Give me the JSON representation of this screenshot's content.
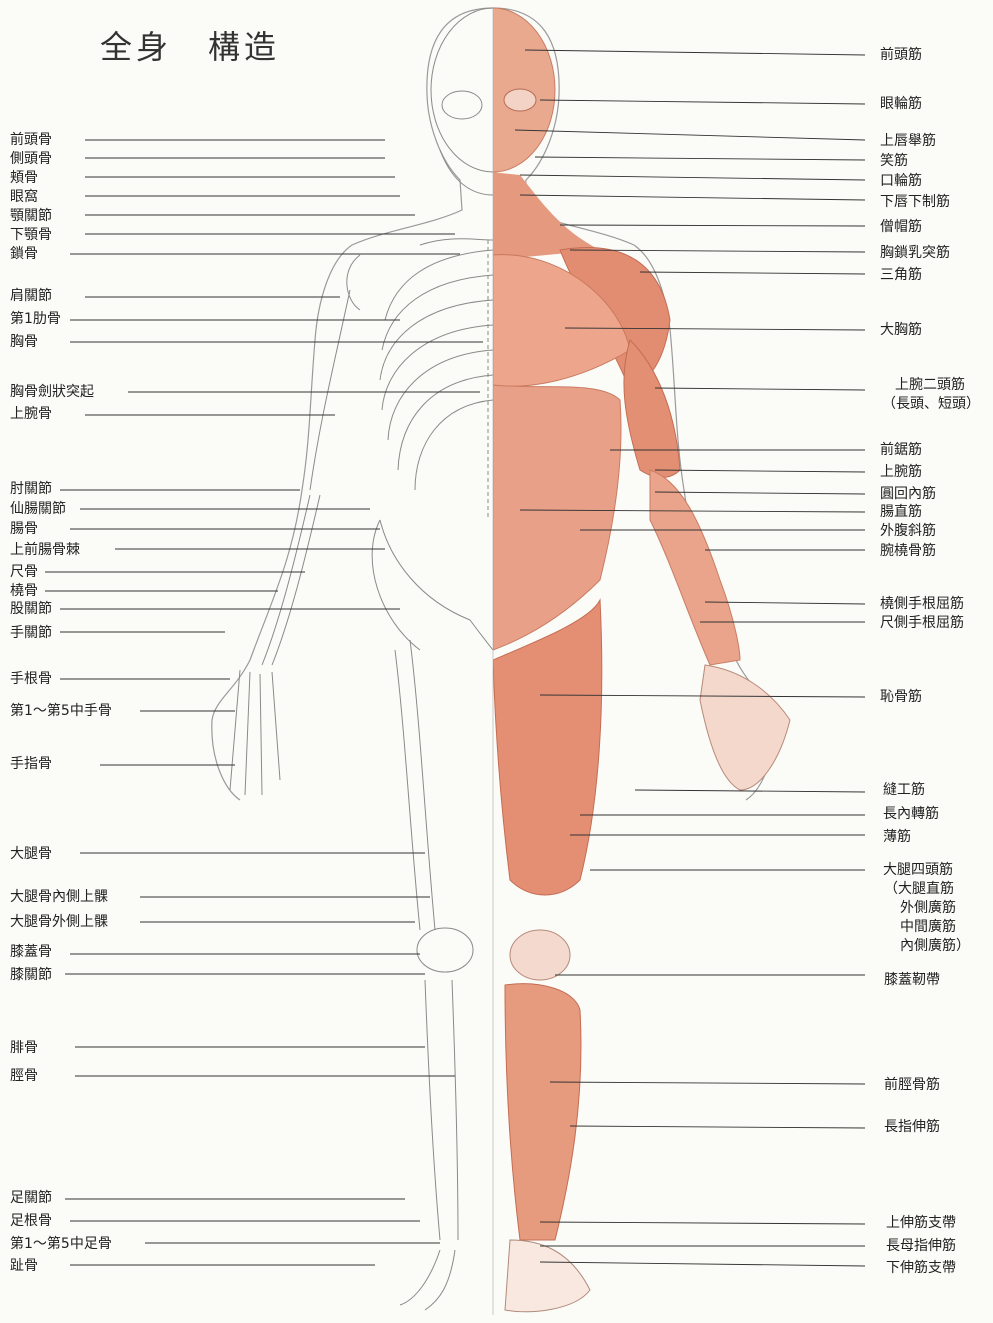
{
  "title": "全身　構造",
  "colors": {
    "muscle": "#e79a82",
    "muscle_dark": "#cf6e55",
    "bone_line": "#888888",
    "leader": "#333333",
    "background": "#fbfbf8"
  },
  "labels_left": [
    "前頭骨",
    "側頭骨",
    "頬骨",
    "眼窩",
    "顎關節",
    "下顎骨",
    "鎖骨",
    "肩關節",
    "第1肋骨",
    "胸骨",
    "胸骨劍狀突起",
    "上腕骨",
    "肘關節",
    "仙腸關節",
    "腸骨",
    "上前腸骨棘",
    "尺骨",
    "橈骨",
    "股關節",
    "手關節",
    "手根骨",
    "第1～第5中手骨",
    "手指骨",
    "大腿骨",
    "大腿骨內側上髁",
    "大腿骨外側上髁",
    "膝蓋骨",
    "膝關節",
    "腓骨",
    "脛骨",
    "足關節",
    "足根骨",
    "第1～第5中足骨",
    "趾骨"
  ],
  "labels_right": [
    "前頭筋",
    "眼輪筋",
    "上唇舉筋",
    "笑筋",
    "口輪筋",
    "下唇下制筋",
    "僧帽筋",
    "胸鎖乳突筋",
    "三角筋",
    "大胸筋",
    "上腕二頭筋",
    "（長頭、短頭）",
    "前鋸筋",
    "上腕筋",
    "圓回內筋",
    "腸直筋",
    "外腹斜筋",
    "腕橈骨筋",
    "橈側手根屈筋",
    "尺側手根屈筋",
    "恥骨筋",
    "縫工筋",
    "長內轉筋",
    "薄筋",
    "大腿四頭筋",
    "（大腿直筋",
    "外側廣筋",
    "中間廣筋",
    "內側廣筋）",
    "膝蓋靭帶",
    "前脛骨筋",
    "長指伸筋",
    "上伸筋支帶",
    "長母指伸筋",
    "下伸筋支帶"
  ]
}
